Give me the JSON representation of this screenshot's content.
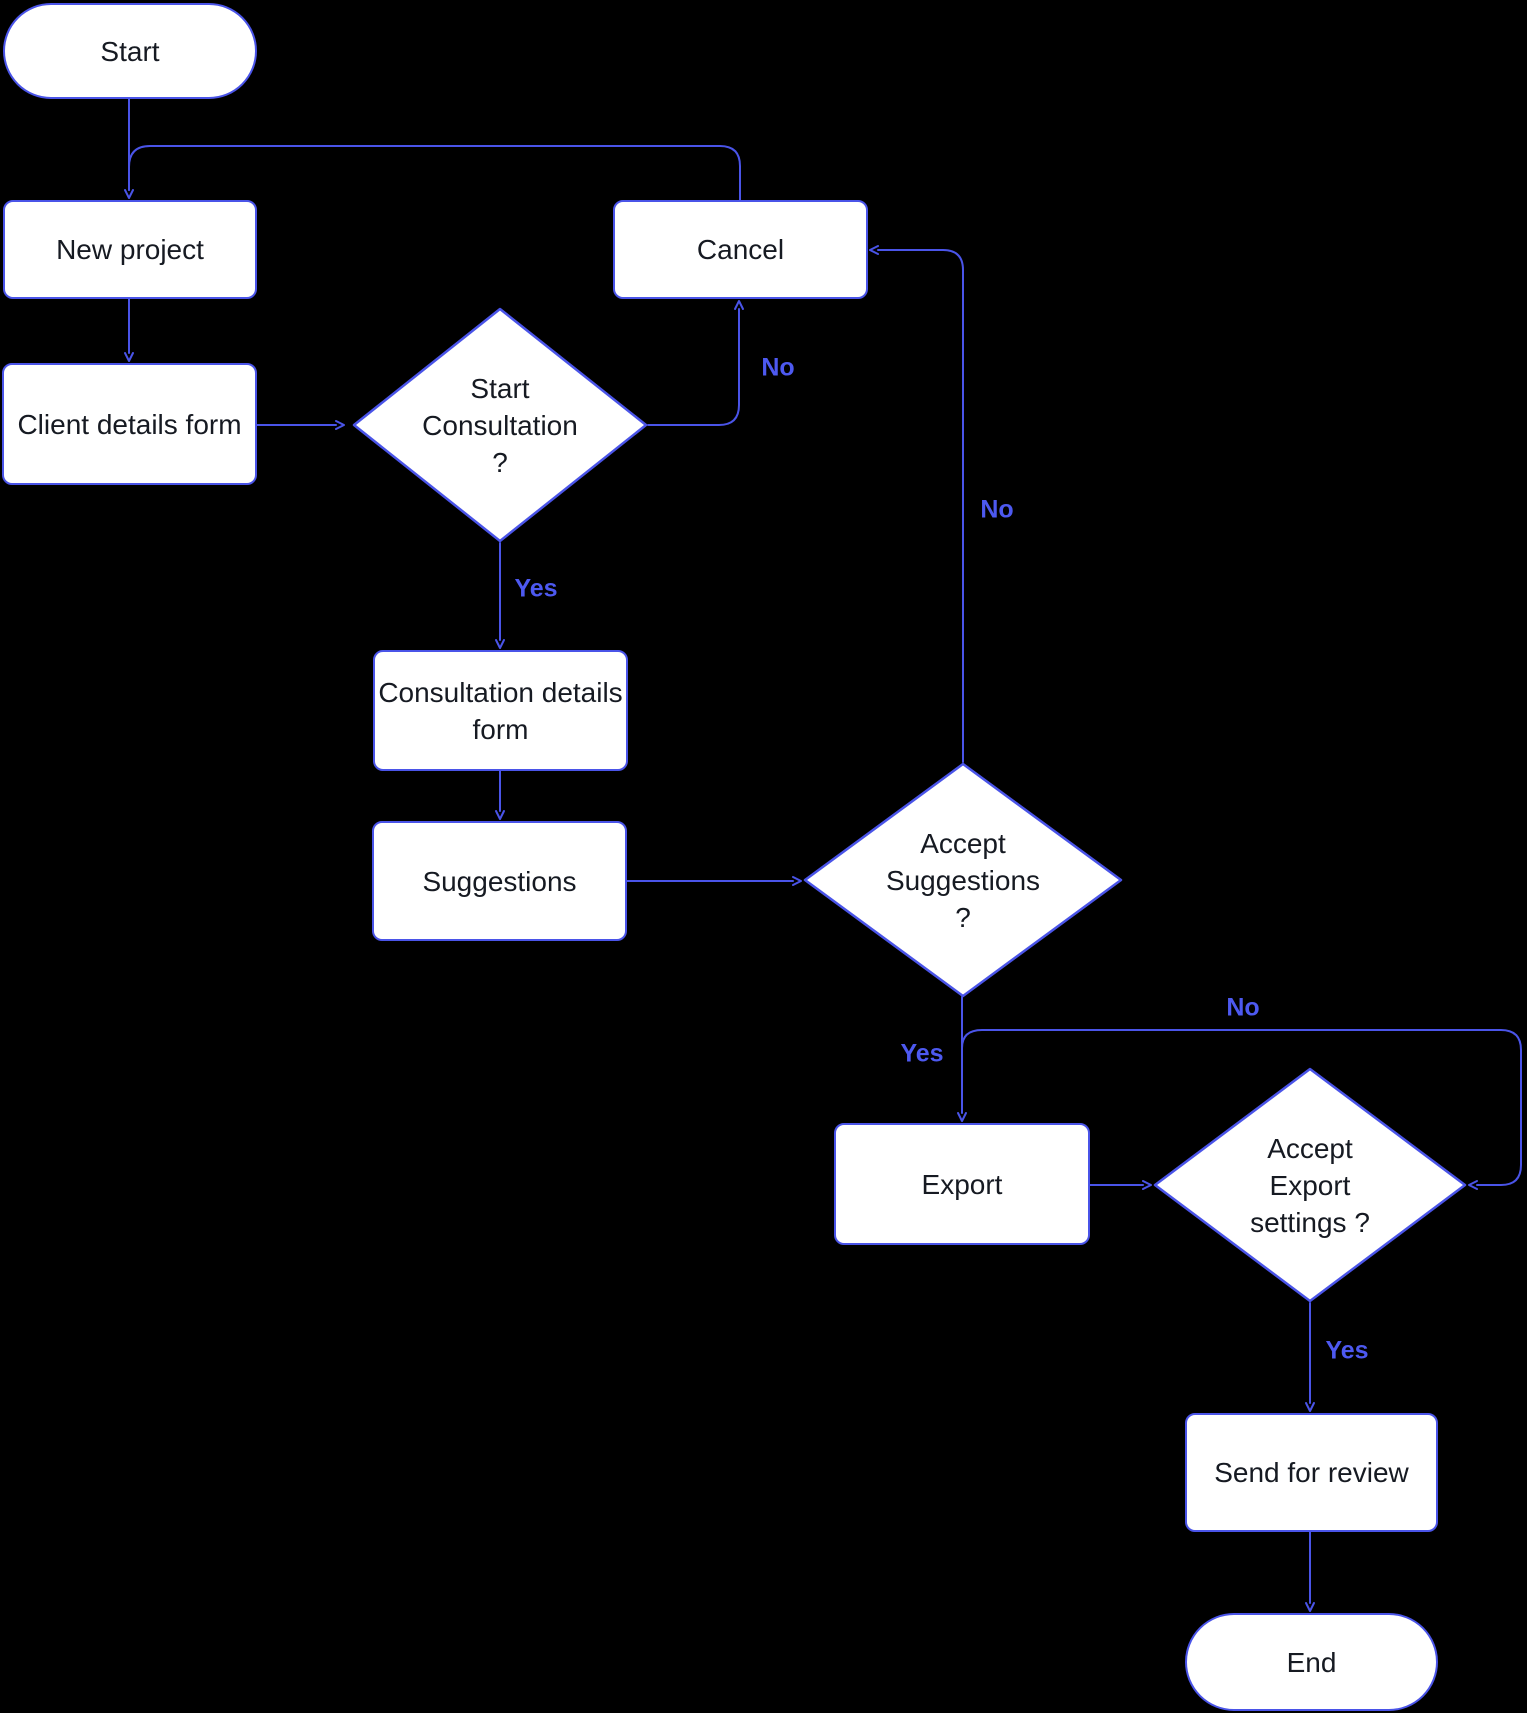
{
  "diagram": {
    "background": "#000000",
    "stroke_color": "#4a54e8",
    "node_fill": "#ffffff",
    "node_text_color": "#161a22",
    "edge_label_color": "#4d59f0"
  },
  "nodes": {
    "start": {
      "label": "Start",
      "shape": "terminator"
    },
    "new_project": {
      "label": "New project",
      "shape": "process"
    },
    "client_details_form": {
      "label": "Client details form",
      "shape": "process"
    },
    "start_consultation": {
      "label": "Start\nConsultation\n?",
      "shape": "decision"
    },
    "cancel": {
      "label": "Cancel",
      "shape": "process"
    },
    "consultation_details_form": {
      "label": "Consultation details\nform",
      "shape": "process"
    },
    "suggestions": {
      "label": "Suggestions",
      "shape": "process"
    },
    "accept_suggestions": {
      "label": "Accept\nSuggestions\n?",
      "shape": "decision"
    },
    "export": {
      "label": "Export",
      "shape": "process"
    },
    "accept_export_settings": {
      "label": "Accept\nExport\nsettings ?",
      "shape": "decision"
    },
    "send_for_review": {
      "label": "Send for review",
      "shape": "process"
    },
    "end": {
      "label": "End",
      "shape": "terminator"
    }
  },
  "edge_labels": {
    "start_consultation_no": "No",
    "start_consultation_yes": "Yes",
    "accept_suggestions_no": "No",
    "accept_suggestions_yes": "Yes",
    "accept_export_settings_no": "No",
    "accept_export_settings_yes": "Yes"
  }
}
